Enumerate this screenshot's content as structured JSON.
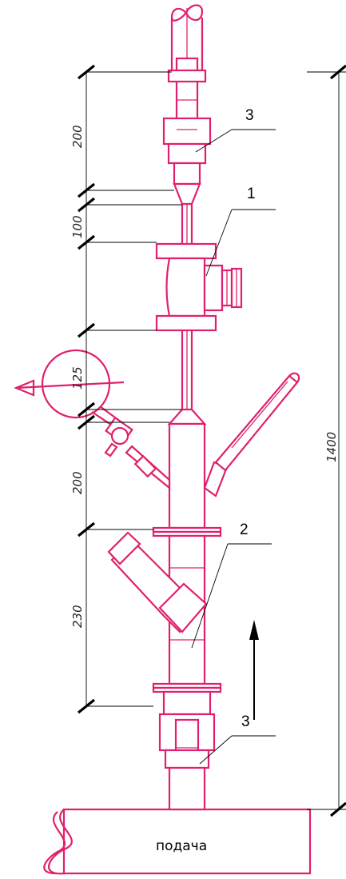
{
  "dimensions": {
    "d200_top": "200",
    "d100": "100",
    "d125": "125",
    "d200_mid": "200",
    "d230": "230",
    "d1400": "1400"
  },
  "callouts": {
    "c3_top": "3",
    "c1": "1",
    "c2": "2",
    "c3_bottom": "3"
  },
  "supply_label": "подача",
  "colors": {
    "pipe": "#e0206e",
    "dimension": "#000000"
  }
}
